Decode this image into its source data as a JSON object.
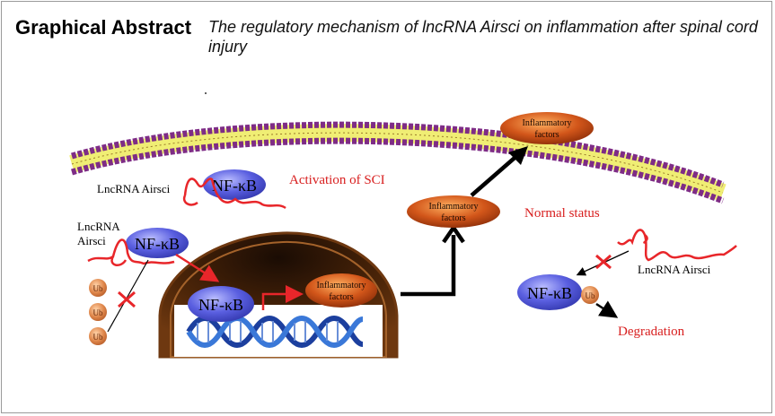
{
  "header": {
    "title": "Graphical Abstract",
    "subtitle": "The regulatory mechanism of lncRNA Airsci on inflammation after spinal cord injury"
  },
  "labels": {
    "lncrna_top": "LncRNA Airsci",
    "nfkb": "NF-κB",
    "activation": "Activation of SCI",
    "lncrna_left_line1": "LncRNA",
    "lncrna_left_line2": "Airsci",
    "ub": "Ub",
    "inflammatory_line1": "Inflammatory",
    "inflammatory_line2": "factors",
    "normal_status": "Normal status",
    "lncrna_right": "LncRNA Airsci",
    "degradation": "Degradation"
  },
  "colors": {
    "membrane_bead": "#7e2c86",
    "membrane_core": "#f0ee74",
    "nfkb": "#5a5fe0",
    "rna": "#e8262a",
    "ub": "#e0884c",
    "inflammatory": "#d2561a",
    "nucleus": "#6e3810",
    "dna": "#1c3f9e",
    "label_red": "#d81e1e"
  }
}
